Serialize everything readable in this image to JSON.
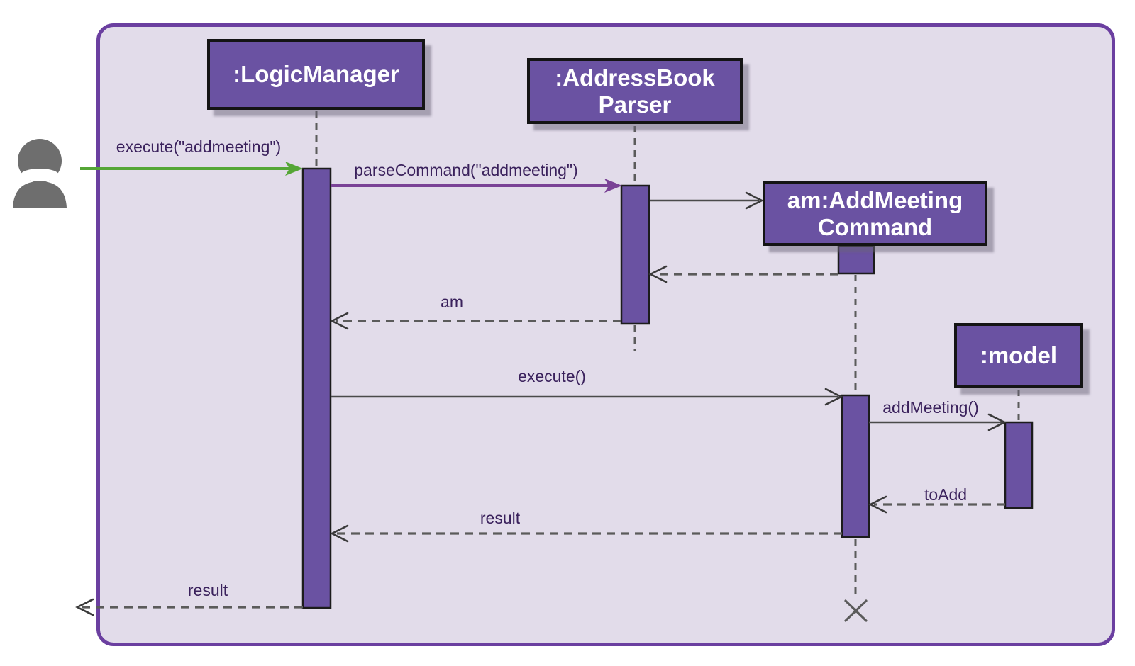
{
  "diagram_type": "uml-sequence-diagram",
  "actor": {
    "name": "user",
    "icon": "person-icon"
  },
  "participants": [
    {
      "id": "logic-manager",
      "label": ":LogicManager"
    },
    {
      "id": "address-book-parser",
      "label": ":AddressBook\nParser"
    },
    {
      "id": "add-meeting-command",
      "label": "am:AddMeeting\nCommand"
    },
    {
      "id": "model",
      "label": ":model"
    }
  ],
  "messages": [
    {
      "label": "execute(\"addmeeting\")",
      "kind": "sync",
      "from": "user",
      "to": "logic-manager"
    },
    {
      "label": "parseCommand(\"addmeeting\")",
      "kind": "sync",
      "from": "logic-manager",
      "to": "address-book-parser"
    },
    {
      "label": "",
      "kind": "create",
      "from": "address-book-parser",
      "to": "add-meeting-command"
    },
    {
      "label": "",
      "kind": "return",
      "from": "add-meeting-command",
      "to": "address-book-parser"
    },
    {
      "label": "am",
      "kind": "return",
      "from": "address-book-parser",
      "to": "logic-manager"
    },
    {
      "label": "execute()",
      "kind": "sync",
      "from": "logic-manager",
      "to": "add-meeting-command"
    },
    {
      "label": "addMeeting()",
      "kind": "sync",
      "from": "add-meeting-command",
      "to": "model"
    },
    {
      "label": "toAdd",
      "kind": "return",
      "from": "model",
      "to": "add-meeting-command"
    },
    {
      "label": "result",
      "kind": "return",
      "from": "add-meeting-command",
      "to": "logic-manager"
    },
    {
      "label": "result",
      "kind": "return",
      "from": "logic-manager",
      "to": "user"
    }
  ],
  "destroy_marker": {
    "on": "add-meeting-command",
    "icon": "x-mark"
  },
  "colors": {
    "frame_background": "#E2DCEA",
    "frame_border": "#6B3FA0",
    "participant_fill": "#6A52A2",
    "participant_border": "#141414",
    "participant_text": "#FFFFFF",
    "label_text": "#3A215C",
    "lifeline": "#5B5B5B",
    "arrow_gray": "#4A4A4A",
    "arrow_green": "#55A636",
    "arrow_purple": "#7A4296",
    "actor": "#6E6E6E"
  }
}
